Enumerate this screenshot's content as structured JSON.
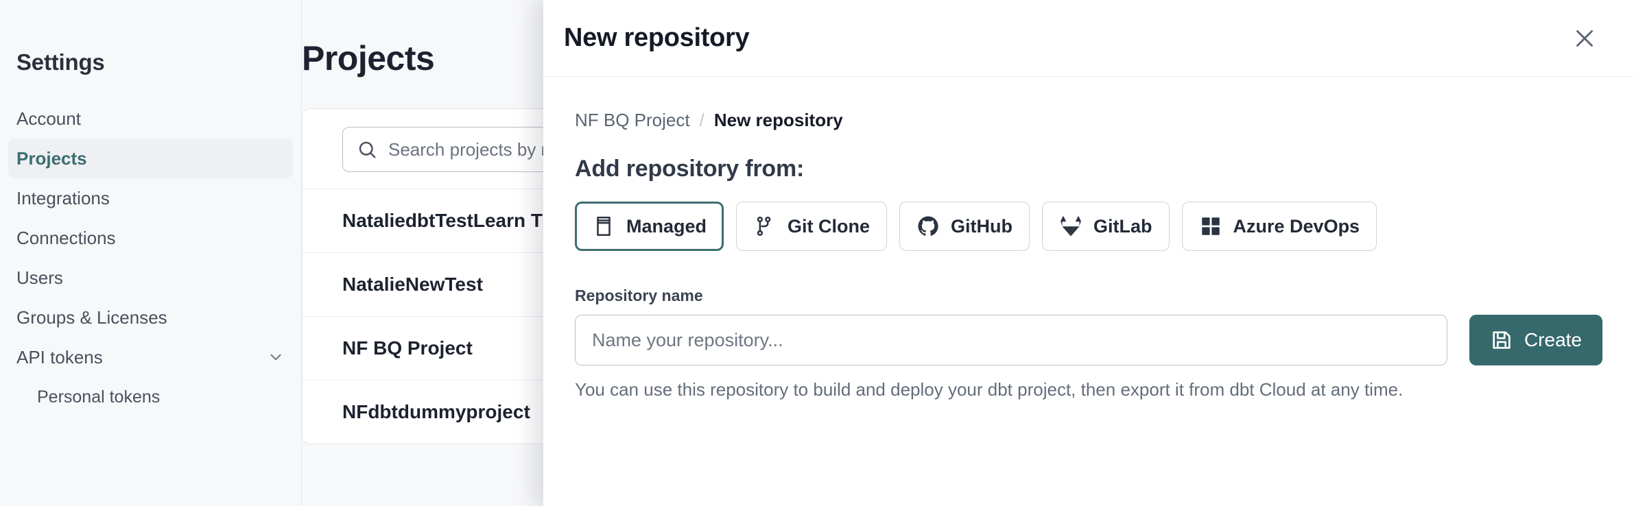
{
  "sidebar": {
    "title": "Settings",
    "items": [
      {
        "label": "Account",
        "active": false,
        "sub": false,
        "chevron": false
      },
      {
        "label": "Projects",
        "active": true,
        "sub": false,
        "chevron": false
      },
      {
        "label": "Integrations",
        "active": false,
        "sub": false,
        "chevron": false
      },
      {
        "label": "Connections",
        "active": false,
        "sub": false,
        "chevron": false
      },
      {
        "label": "Users",
        "active": false,
        "sub": false,
        "chevron": false
      },
      {
        "label": "Groups & Licenses",
        "active": false,
        "sub": false,
        "chevron": false
      },
      {
        "label": "API tokens",
        "active": false,
        "sub": false,
        "chevron": true
      },
      {
        "label": "Personal tokens",
        "active": false,
        "sub": true,
        "chevron": false
      }
    ]
  },
  "main": {
    "page_title": "Projects",
    "search": {
      "placeholder": "Search projects by name",
      "icon": "search-icon"
    },
    "projects": [
      {
        "name": "NataliedbtTestLearn T"
      },
      {
        "name": "NatalieNewTest"
      },
      {
        "name": "NF BQ Project"
      },
      {
        "name": "NFdbtdummyproject"
      }
    ]
  },
  "panel": {
    "title": "New repository",
    "close_icon": "close-icon",
    "breadcrumb": {
      "parent": "NF BQ Project",
      "separator": "/",
      "current": "New repository"
    },
    "section_title": "Add repository from:",
    "sources": [
      {
        "label": "Managed",
        "icon": "managed-repo-icon",
        "selected": true
      },
      {
        "label": "Git Clone",
        "icon": "git-clone-icon",
        "selected": false
      },
      {
        "label": "GitHub",
        "icon": "github-icon",
        "selected": false
      },
      {
        "label": "GitLab",
        "icon": "gitlab-icon",
        "selected": false
      },
      {
        "label": "Azure DevOps",
        "icon": "azure-devops-icon",
        "selected": false
      }
    ],
    "form": {
      "field_label": "Repository name",
      "placeholder": "Name your repository...",
      "value": "",
      "create_label": "Create",
      "create_icon": "save-icon",
      "helper_text": "You can use this repository to build and deploy your dbt project, then export it from dbt Cloud at any time."
    }
  },
  "colors": {
    "accent_teal": "#3c6e70",
    "create_button": "#36696c",
    "page_bg": "#f7f8fa",
    "text_dark": "#151a26",
    "text_muted": "#646d7b"
  }
}
